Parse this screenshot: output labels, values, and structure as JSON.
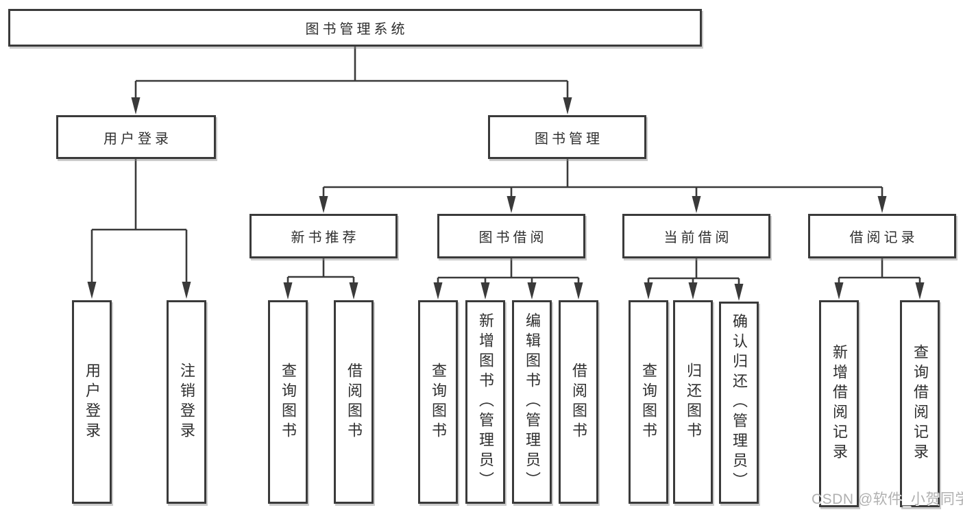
{
  "diagram_title": "图书管理系统",
  "tree": {
    "root": {
      "label": "图书管理系统"
    },
    "branches": [
      {
        "label": "用户登录",
        "children": [
          {
            "label": "用户登录"
          },
          {
            "label": "注销登录"
          }
        ]
      },
      {
        "label": "图书管理",
        "children": [
          {
            "label": "新书推荐",
            "children": [
              {
                "label": "查询图书"
              },
              {
                "label": "借阅图书"
              }
            ]
          },
          {
            "label": "图书借阅",
            "children": [
              {
                "label": "查询图书"
              },
              {
                "label": "新增图书（管理员）"
              },
              {
                "label": "编辑图书（管理员）"
              },
              {
                "label": "借阅图书"
              }
            ]
          },
          {
            "label": "当前借阅",
            "children": [
              {
                "label": "查询图书"
              },
              {
                "label": "归还图书"
              },
              {
                "label": "确认归还（管理员）"
              }
            ]
          },
          {
            "label": "借阅记录",
            "children": [
              {
                "label": "新增借阅记录"
              },
              {
                "label": "查询借阅记录"
              }
            ]
          }
        ]
      }
    ]
  },
  "watermark": {
    "text": "CSDN @软件_小贺同学"
  },
  "colors": {
    "line": "#3a3a3a",
    "box_border": "#3a3a3a",
    "text": "#2f2f2f",
    "watermark": "#b0b0b0",
    "background": "#ffffff"
  }
}
